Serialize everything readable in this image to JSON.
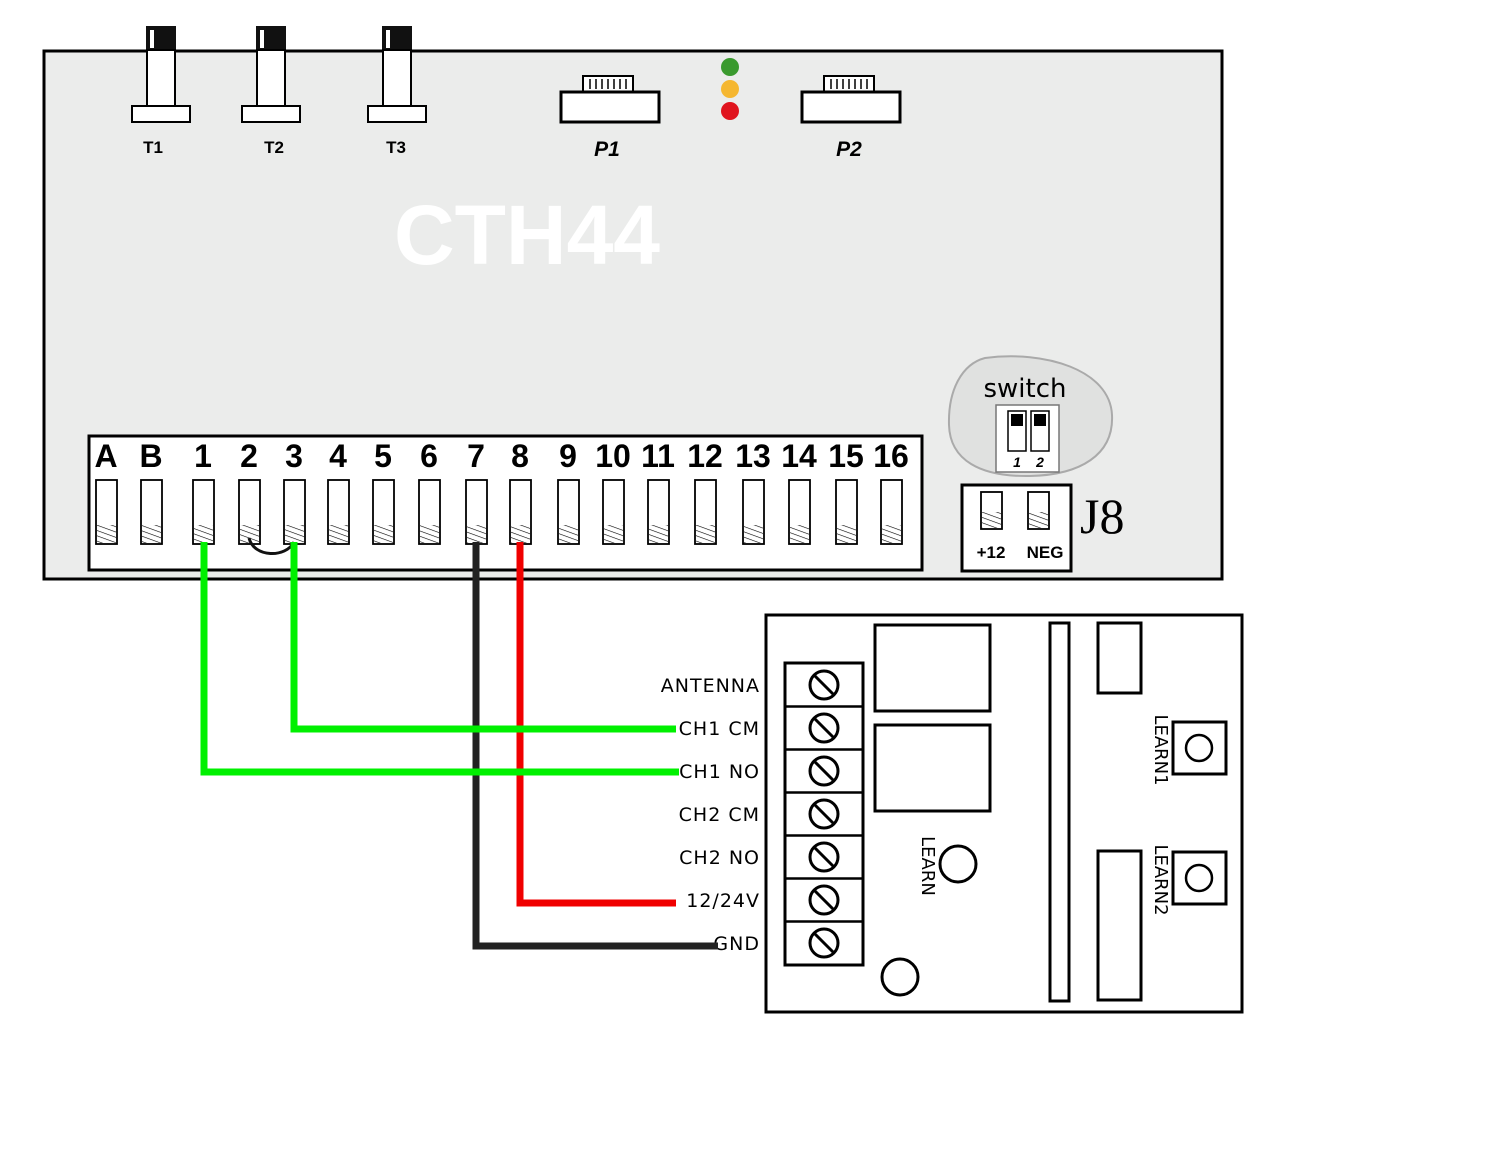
{
  "board": {
    "name": "CTH44",
    "tamper_labels": [
      "T1",
      "T2",
      "T3"
    ],
    "ports": [
      "P1",
      "P2"
    ],
    "leds": [
      {
        "color": "#3a9a2e"
      },
      {
        "color": "#f5b731"
      },
      {
        "color": "#e0141e"
      }
    ],
    "terminals": [
      "A",
      "B",
      "1",
      "2",
      "3",
      "4",
      "5",
      "6",
      "7",
      "8",
      "9",
      "10",
      "11",
      "12",
      "13",
      "14",
      "15",
      "16"
    ],
    "switch_label": "switch",
    "switch_numbers": [
      "1",
      "2"
    ],
    "j8_label": "J8",
    "j8_terminals": [
      "+12",
      "NEG"
    ]
  },
  "receiver": {
    "terminals": [
      "ANTENNA",
      "CH1 CM",
      "CH1 NO",
      "CH2 CM",
      "CH2 NO",
      "12/24V",
      "GND"
    ],
    "learn_label": "LEARN",
    "learn1_label": "LEARN1",
    "learn2_label": "LEARN2"
  },
  "wires": [
    {
      "from": "3",
      "to": "CH1 CM",
      "color": "#00f000"
    },
    {
      "from": "1",
      "to": "CH1 NO",
      "color": "#00f000"
    },
    {
      "from": "8",
      "to": "12/24V",
      "color": "#f00000"
    },
    {
      "from": "7",
      "to": "GND",
      "color": "#222222"
    }
  ],
  "jumper": {
    "from": "2",
    "to": "3"
  }
}
